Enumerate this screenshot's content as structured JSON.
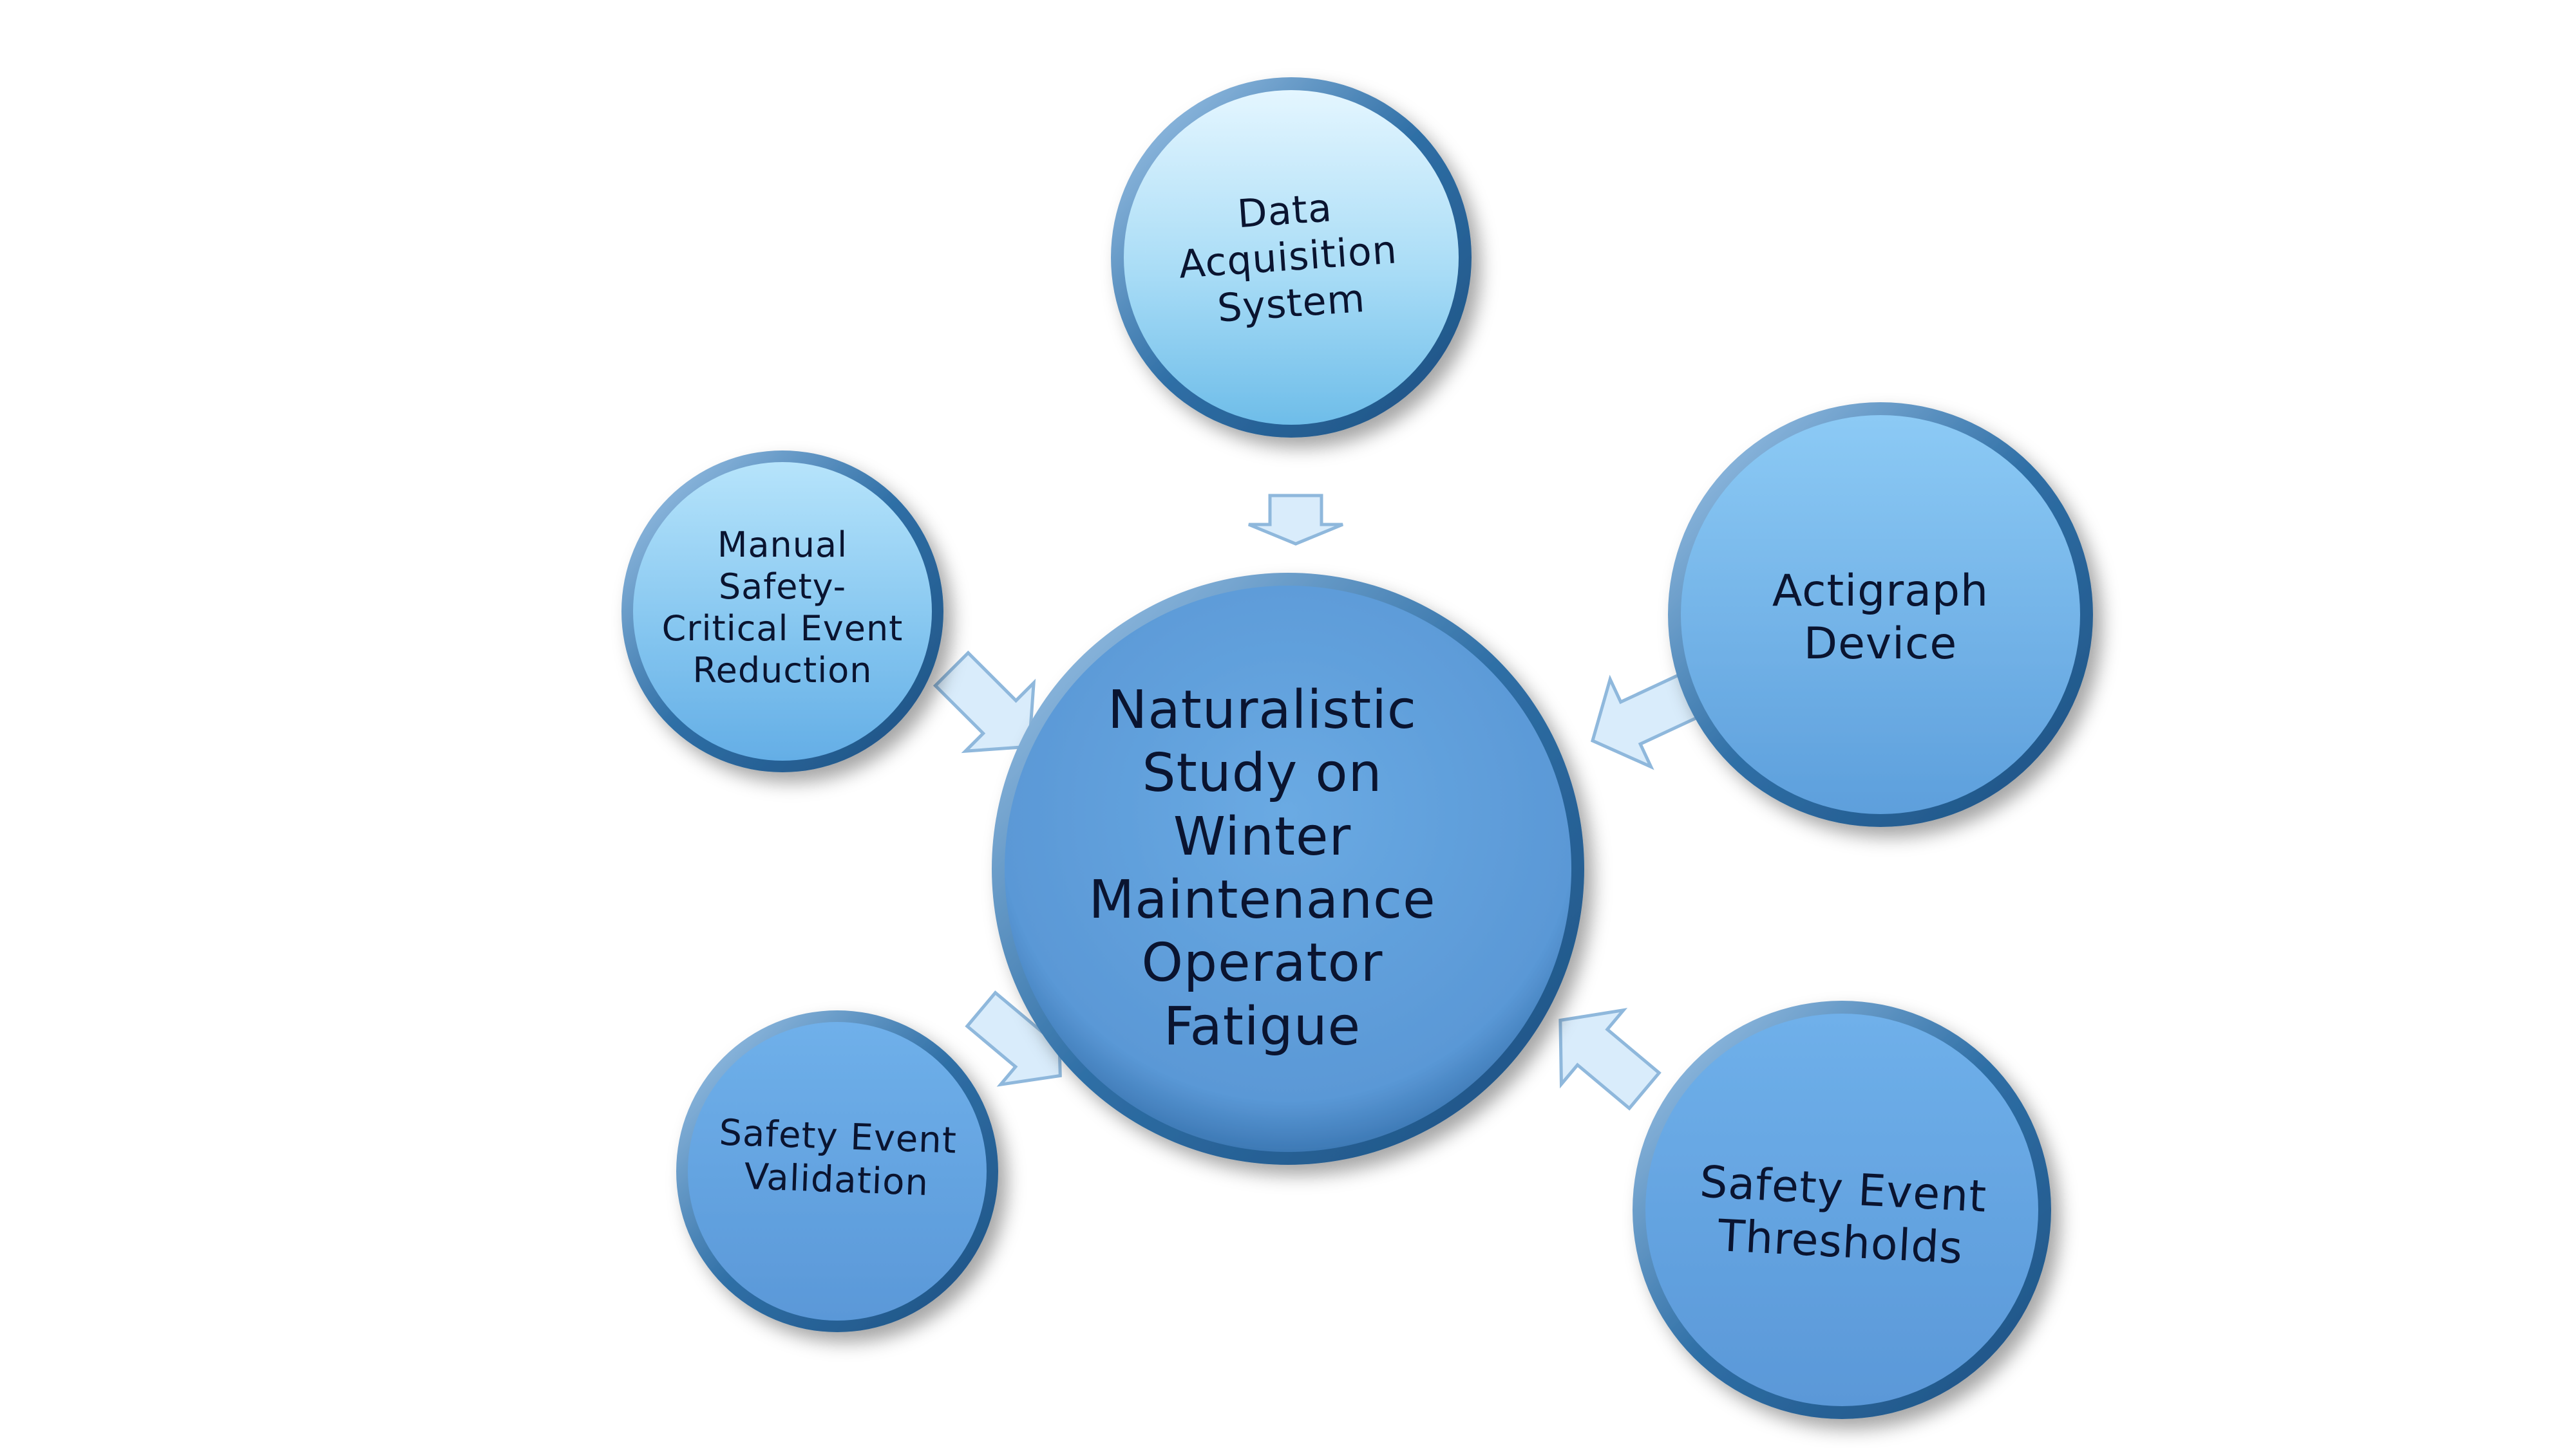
{
  "diagram": {
    "center": {
      "label": "Naturalistic\nStudy on Winter\nMaintenance\nOperator\nFatigue"
    },
    "nodes": [
      {
        "id": "data-acquisition",
        "label": "Data\nAcquisition\nSystem"
      },
      {
        "id": "manual-reduction",
        "label": "Manual\nSafety-\nCritical Event\nReduction"
      },
      {
        "id": "actigraph",
        "label": "Actigraph\nDevice"
      },
      {
        "id": "validation",
        "label": "Safety Event\nValidation"
      },
      {
        "id": "thresholds",
        "label": "Safety Event\nThresholds"
      }
    ]
  },
  "colors": {
    "hub_fill": "#5f9fdc",
    "light_fill_top": "#e4f6ff",
    "light_fill_bottom": "#7cc6ef",
    "mid_fill": "#6fb2ec",
    "rim": "#2f6fa6",
    "arrow_fill": "#d9ecfb",
    "arrow_stroke": "#8fb8dc",
    "text": "#0a1430"
  }
}
